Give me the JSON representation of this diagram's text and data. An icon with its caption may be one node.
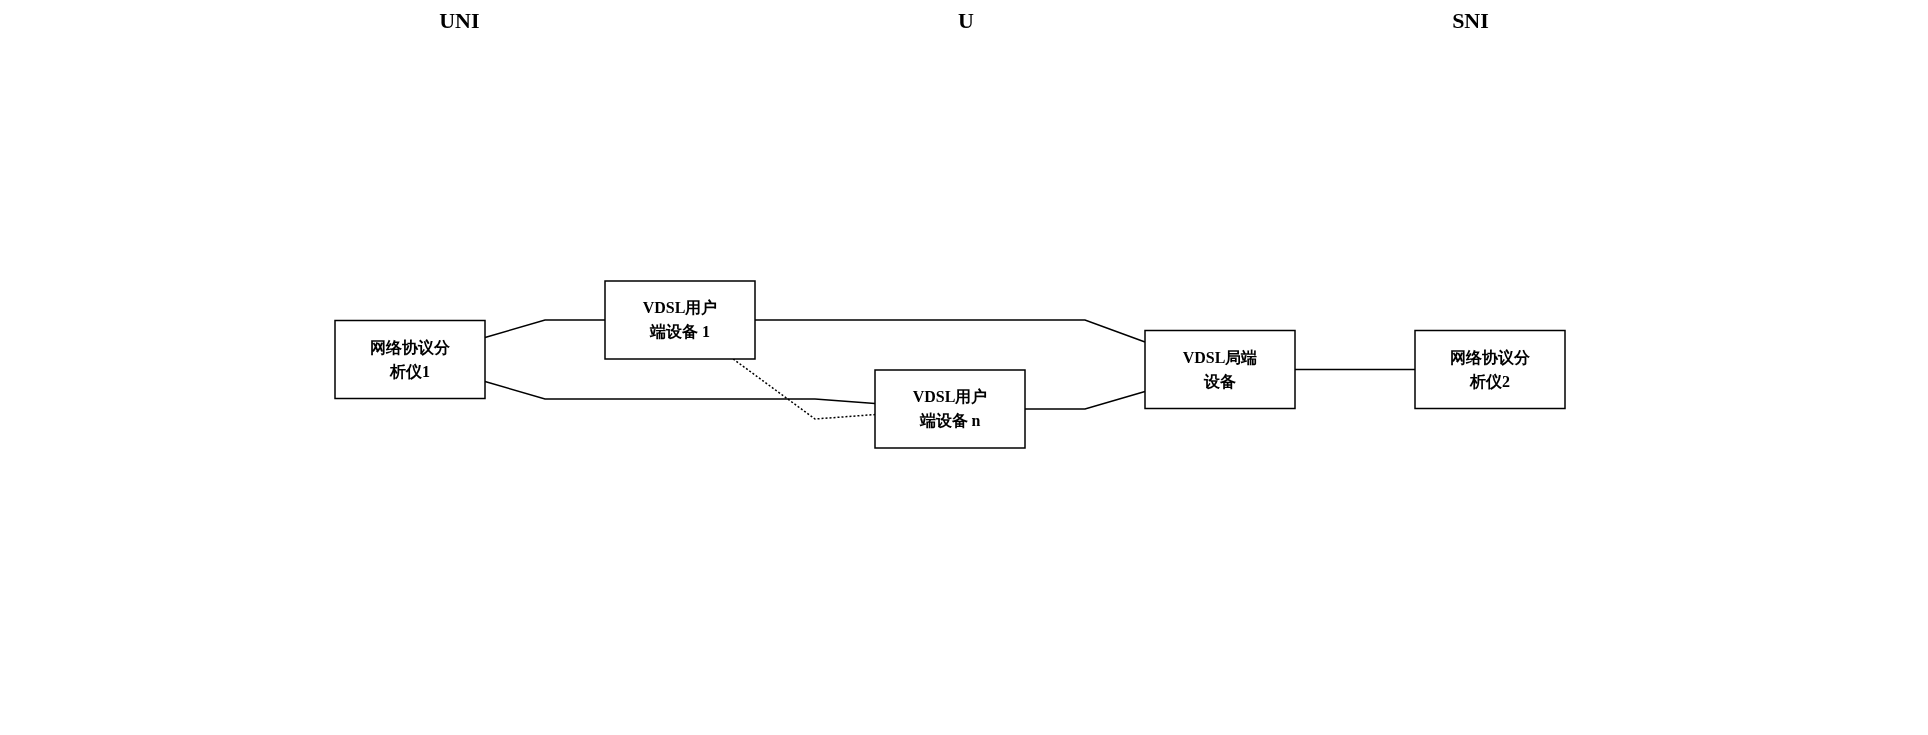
{
  "diagram": {
    "nodes": [
      {
        "text": [
          "网络协议分析仪1"
        ]
      },
      {
        "text": [
          "VDSL用户端设备 1"
        ]
      },
      {
        "text": [
          "VDSL用户端设备 n"
        ]
      },
      {
        "text": [
          "VDSL局端设备"
        ]
      },
      {
        "text": [
          "网络协议分析仪2"
        ]
      }
    ],
    "edges": [
      {
        "from": 0,
        "to": 1,
        "arrow": "none"
      },
      {
        "from": 0,
        "to": 2,
        "arrow": "none"
      },
      {
        "from": 1,
        "to": 2,
        "arrow": "none",
        "style": "dashed"
      },
      {
        "from": 1,
        "to": 3,
        "arrow": "none"
      },
      {
        "from": 2,
        "to": 3,
        "arrow": "none"
      },
      {
        "from": 3,
        "to": 4,
        "arrow": "none"
      }
    ],
    "labels": [
      "UNI",
      "U",
      "SNI"
    ]
  }
}
